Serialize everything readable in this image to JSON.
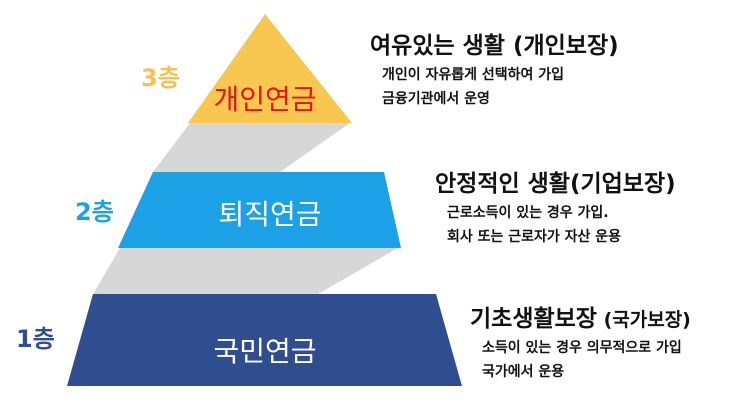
{
  "colors": {
    "level1": "#2f4d8f",
    "level2": "#1da1e6",
    "level3": "#f8c74f",
    "connector": "#d7d7d7",
    "level3_label": "#e8141b",
    "level2_num": "#1da1e6",
    "level3_num": "#f6c14f",
    "level1_num": "#2f4d8f"
  },
  "tiers": [
    {
      "level": "3층",
      "label": "개인연금",
      "heading": "여유있는 생활 (개인보장)",
      "heading_sub": "",
      "lines": [
        "개인이 자유롭게 선택하여 가입",
        "금융기관에서 운영"
      ]
    },
    {
      "level": "2층",
      "label": "퇴직연금",
      "heading": "안정적인 생활(기업보장)",
      "heading_sub": "",
      "lines": [
        "근로소득이 있는 경우 가입.",
        "회사 또는 근로자가 자산 운용"
      ]
    },
    {
      "level": "1층",
      "label": "국민연금",
      "heading": "기초생활보장",
      "heading_sub": " (국가보장)",
      "lines": [
        "소득이 있는 경우 의무적으로 가입",
        "국가에서 운용"
      ]
    }
  ]
}
